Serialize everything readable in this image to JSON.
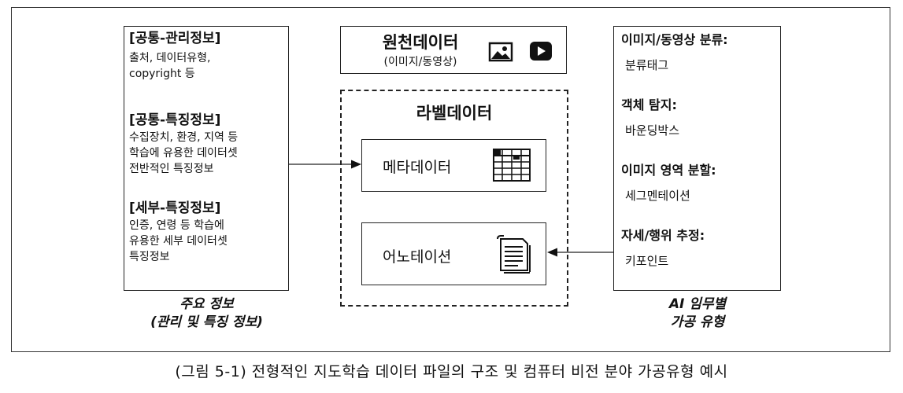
{
  "left_panel": {
    "common_mgmt_heading": "[공통-관리정보]",
    "common_mgmt_lines": [
      "출처, 데이터유형,",
      "copyright 등"
    ],
    "common_feat_heading": "[공통-특징정보]",
    "common_feat_lines": [
      "수집장치, 환경, 지역 등",
      "학습에 유용한 데이터셋",
      "전반적인 특징정보"
    ],
    "detail_feat_heading": "[세부-특징정보]",
    "detail_feat_lines": [
      "인증, 연령 등 학습에",
      "유용한 세부 데이터셋",
      "특징정보"
    ]
  },
  "left_caption": [
    "주요 정보",
    "(관리 및 특징 정보)"
  ],
  "source_data": {
    "title": "원천데이터",
    "subtitle": "(이미지/동영상)",
    "icons": [
      "image-icon",
      "video-play-icon"
    ]
  },
  "label_data": {
    "title": "라벨데이터",
    "metadata_label": "메타데이터",
    "metadata_icon": "table-icon",
    "annotation_label": "어노테이션",
    "annotation_icon": "document-icon"
  },
  "right_panel": {
    "items": [
      {
        "heading": "이미지/동영상 분류:",
        "value": "분류태그"
      },
      {
        "heading": "객체 탐지:",
        "value": "바운딩박스"
      },
      {
        "heading": "이미지 영역 분할:",
        "value": "세그멘테이션"
      },
      {
        "heading": "자세/행위 추정:",
        "value": "키포인트"
      }
    ]
  },
  "right_caption": [
    "AI 임무별",
    "가공 유형"
  ],
  "figure_caption": "(그림 5-1) 전형적인 지도학습 데이터 파일의 구조 및 컴퓨터 비전 분야 가공유형 예시"
}
